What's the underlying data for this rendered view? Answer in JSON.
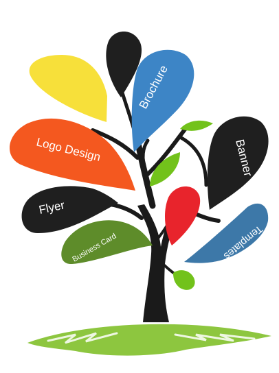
{
  "leaves": [
    {
      "id": "brochure",
      "label": "Brochure",
      "color": "#3d85c6"
    },
    {
      "id": "logo-design",
      "label": "Logo Design",
      "color": "#f4581f"
    },
    {
      "id": "banner",
      "label": "Banner",
      "color": "#1f1f1f"
    },
    {
      "id": "flyer",
      "label": "Flyer",
      "color": "#1f1f1f"
    },
    {
      "id": "templates",
      "label": "Templates",
      "color": "#3d78a8"
    },
    {
      "id": "business-card",
      "label": "Business Card",
      "color": "#5e8c2a"
    }
  ],
  "colors": {
    "yellow_leaf": "#f7e03a",
    "black_leaf": "#1f1f1f",
    "green_leaf": "#72c21b",
    "red_leaf": "#e8242c",
    "trunk": "#1a1a1a",
    "grass": "#8dc63f"
  }
}
